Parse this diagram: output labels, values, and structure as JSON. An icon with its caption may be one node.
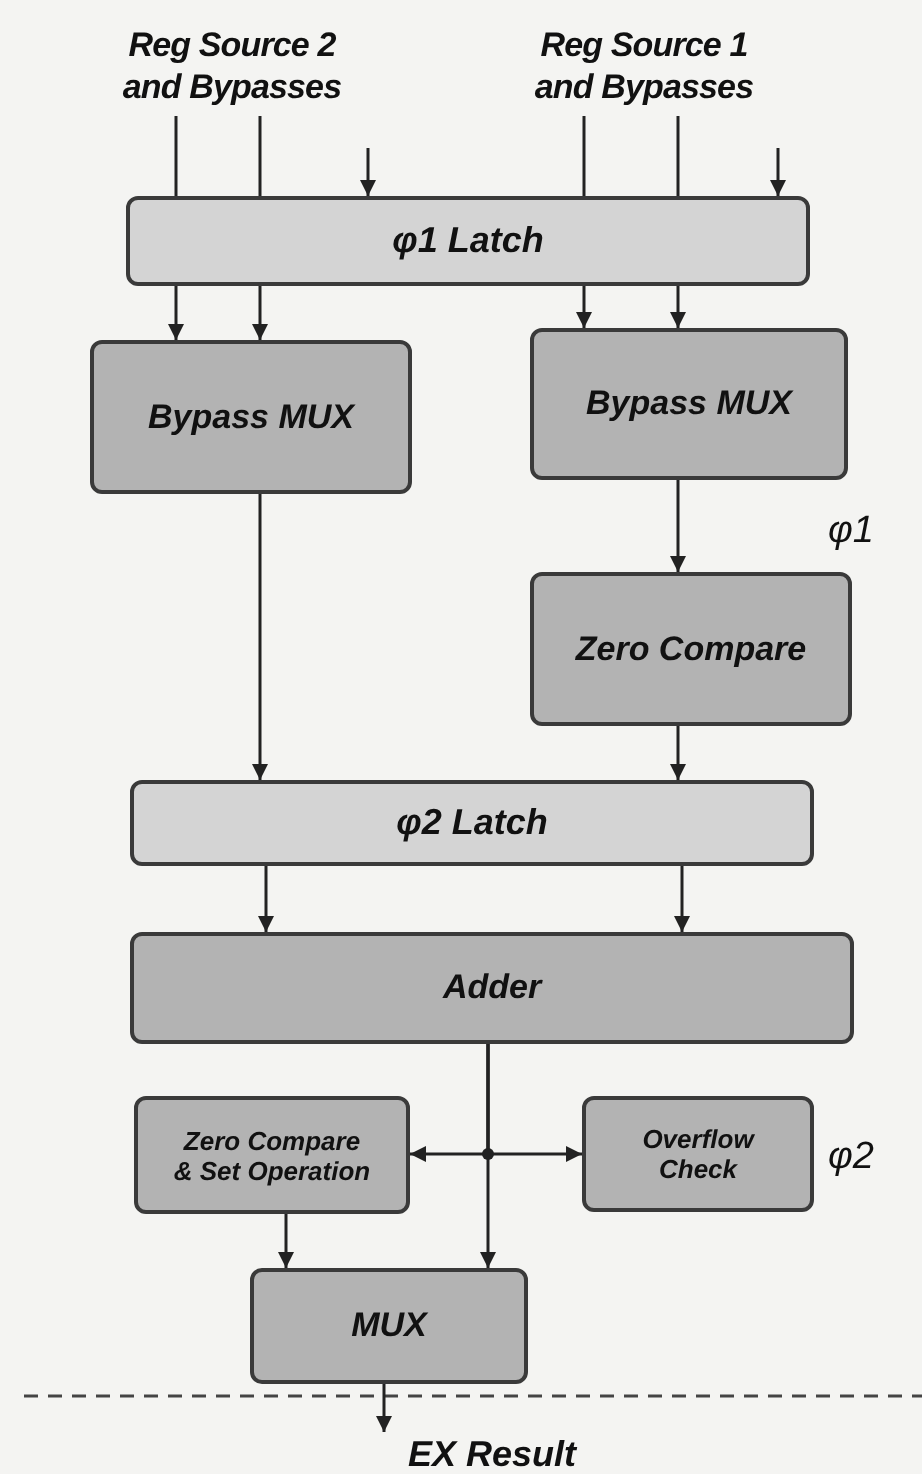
{
  "diagram": {
    "nodes": [
      {
        "text": [
          "Reg Source 2 and Bypasses"
        ]
      },
      {
        "text": [
          "Reg Source 1 and Bypasses"
        ]
      },
      {
        "text": [
          "φ1 Latch"
        ]
      },
      {
        "text": [
          "Bypass MUX"
        ]
      },
      {
        "text": [
          "Bypass MUX"
        ]
      },
      {
        "text": [
          "Zero Compare"
        ]
      },
      {
        "text": [
          "φ2 Latch"
        ]
      },
      {
        "text": [
          "Adder"
        ]
      },
      {
        "text": [
          "Zero Compare & Set Operation"
        ]
      },
      {
        "text": [
          "Overflow Check"
        ]
      },
      {
        "text": [
          "MUX"
        ]
      },
      {
        "text": [
          "EX Result"
        ]
      }
    ],
    "edges": [
      {
        "from": 0,
        "to": 2,
        "arrow": "none"
      },
      {
        "from": 0,
        "to": 2,
        "arrow": "none"
      },
      {
        "from": 2,
        "to": 3,
        "arrow": "to"
      },
      {
        "from": 2,
        "to": 3,
        "arrow": "to"
      },
      {
        "from": null,
        "to": 2,
        "arrow": "to"
      },
      {
        "from": 1,
        "to": 2,
        "arrow": "none"
      },
      {
        "from": 1,
        "to": 2,
        "arrow": "none"
      },
      {
        "from": 2,
        "to": 4,
        "arrow": "to"
      },
      {
        "from": 2,
        "to": 4,
        "arrow": "to"
      },
      {
        "from": null,
        "to": 2,
        "arrow": "to"
      },
      {
        "from": 3,
        "to": 6,
        "arrow": "to"
      },
      {
        "from": 4,
        "to": 5,
        "arrow": "to"
      },
      {
        "from": 5,
        "to": 6,
        "arrow": "to"
      },
      {
        "from": 6,
        "to": 7,
        "arrow": "to"
      },
      {
        "from": 6,
        "to": 7,
        "arrow": "to"
      },
      {
        "from": 7,
        "to": 10,
        "arrow": "to"
      },
      {
        "from": 7,
        "to": 8,
        "arrow": "to"
      },
      {
        "from": 7,
        "to": 9,
        "arrow": "to"
      },
      {
        "from": 8,
        "to": 10,
        "arrow": "to"
      },
      {
        "from": 10,
        "to": 11,
        "arrow": "to"
      }
    ],
    "labels": [
      "φ1",
      "φ2"
    ]
  }
}
